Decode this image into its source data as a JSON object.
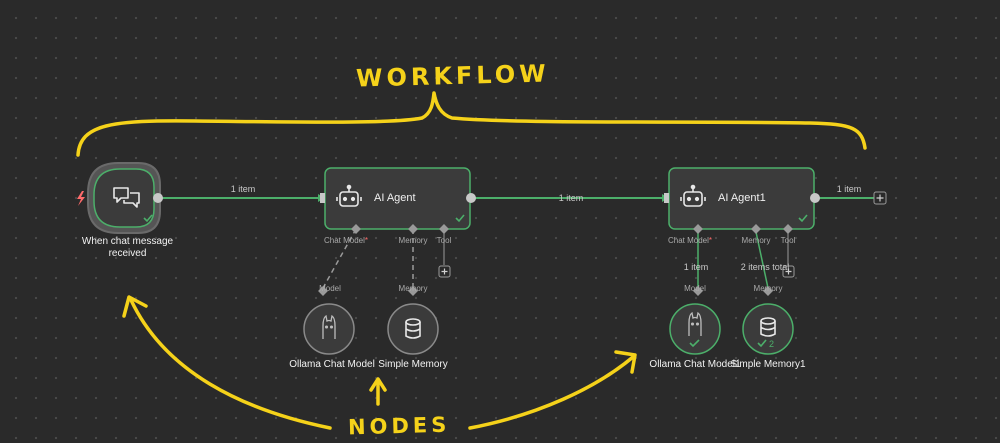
{
  "annotations": {
    "top_label": "WORKFLOW",
    "bottom_label": "NODES",
    "annotation_color": "#f5d21a"
  },
  "colors": {
    "success": "#4caf6a",
    "node_fill": "#3b3b3b",
    "node_border": "#8a8a8a",
    "canvas": "#2a2a2a"
  },
  "trigger": {
    "name_line1": "When chat message",
    "name_line2": "received",
    "icon": "chat-bubbles-icon",
    "trigger_icon": "lightning-icon"
  },
  "edges": {
    "trigger_to_agent": "1 item",
    "agent_to_agent1": "1 item",
    "agent1_output": "1 item"
  },
  "agent": {
    "title": "AI Agent",
    "icon": "robot-icon",
    "ports": {
      "chat_model": "Chat Model",
      "memory": "Memory",
      "tool": "Tool"
    }
  },
  "agent1": {
    "title": "AI Agent1",
    "icon": "robot-icon",
    "ports": {
      "chat_model": "Chat Model",
      "memory": "Memory",
      "tool": "Tool"
    },
    "chat_model_items": "1 item",
    "memory_items": "2 items total"
  },
  "sub_nodes": {
    "model_port_label": "Model",
    "memory_port_label": "Memory",
    "ollama": {
      "name": "Ollama Chat Model",
      "icon": "llama-icon"
    },
    "memory": {
      "name": "Simple Memory",
      "icon": "database-icon"
    },
    "ollama1": {
      "name": "Ollama Chat Model1",
      "icon": "llama-icon"
    },
    "memory1": {
      "name": "Simple Memory1",
      "icon": "database-icon",
      "run_count": "2"
    }
  }
}
